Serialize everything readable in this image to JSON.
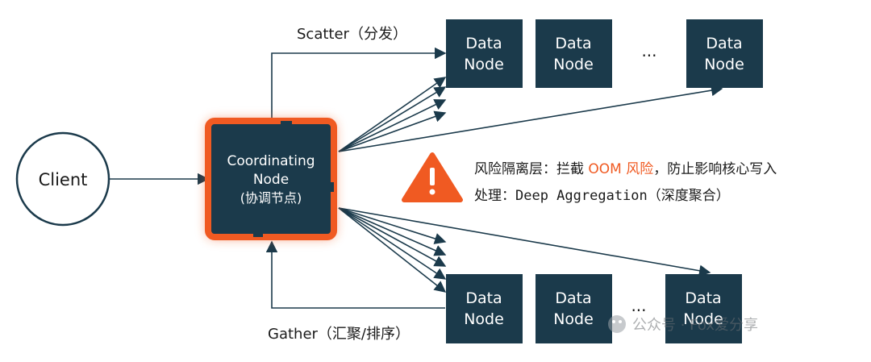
{
  "client": {
    "label": "Client"
  },
  "coordinator": {
    "line1": "Coordinating",
    "line2": "Node",
    "line3": "(协调节点)"
  },
  "scatter_label": "Scatter（分发）",
  "gather_label": "Gather（汇聚/排序）",
  "top_nodes": [
    {
      "line1": "Data",
      "line2": "Node"
    },
    {
      "line1": "Data",
      "line2": "Node"
    },
    {
      "line1": "Data",
      "line2": "Node"
    }
  ],
  "bottom_nodes": [
    {
      "line1": "Data",
      "line2": "Node"
    },
    {
      "line1": "Data",
      "line2": "Node"
    },
    {
      "line1": "Data",
      "line2": "Node"
    }
  ],
  "ellipsis": "...",
  "warning": {
    "icon": "warning-icon",
    "line1_prefix": "风险隔离层：拦截 ",
    "line1_highlight": "OOM 风险",
    "line1_suffix": "，防止影响核心写入",
    "line2_prefix": "处理：",
    "line2_code": "Deep Aggregation",
    "line2_suffix": "（深度聚合）"
  },
  "watermark": "公众号 · Fox爱分享",
  "colors": {
    "node_fill": "#1b3a4b",
    "accent": "#f05a22",
    "line": "#1b3a4b"
  }
}
